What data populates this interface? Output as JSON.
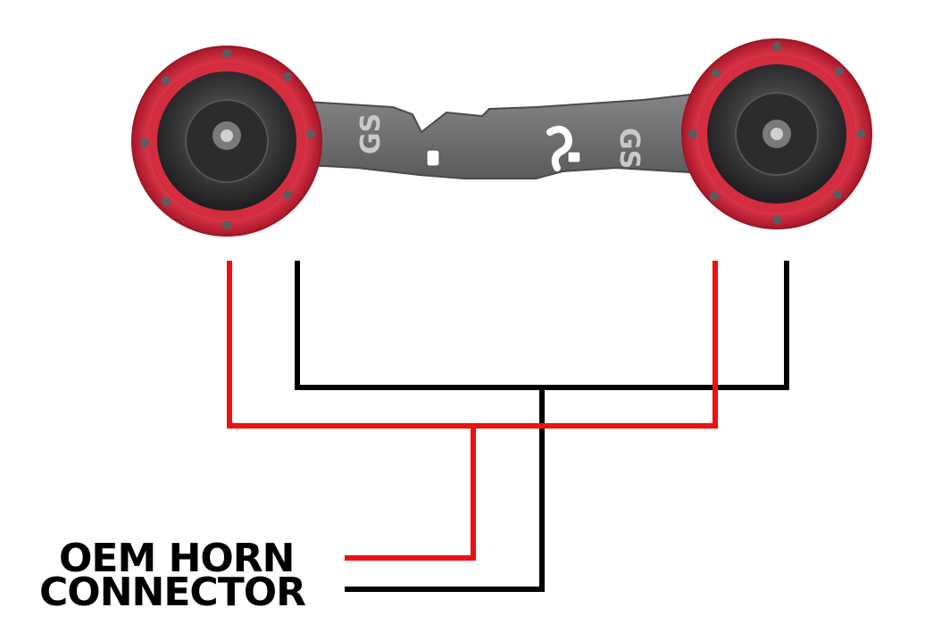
{
  "diagram": {
    "label_lines": [
      "OEM HORN",
      "CONNECTOR"
    ],
    "bracket_logo_text": "GS",
    "colors": {
      "positive_wire": "#ee1111",
      "ground_wire": "#000000",
      "horn_ring": "#d9283a",
      "horn_body": "#3a3a3c",
      "bracket": "#6e6e70",
      "background": "#ffffff"
    },
    "components": [
      {
        "kind": "horn",
        "icon": "left-horn-icon"
      },
      {
        "kind": "horn",
        "icon": "right-horn-icon"
      },
      {
        "kind": "mounting-bracket",
        "icon": "bracket-icon"
      }
    ]
  }
}
